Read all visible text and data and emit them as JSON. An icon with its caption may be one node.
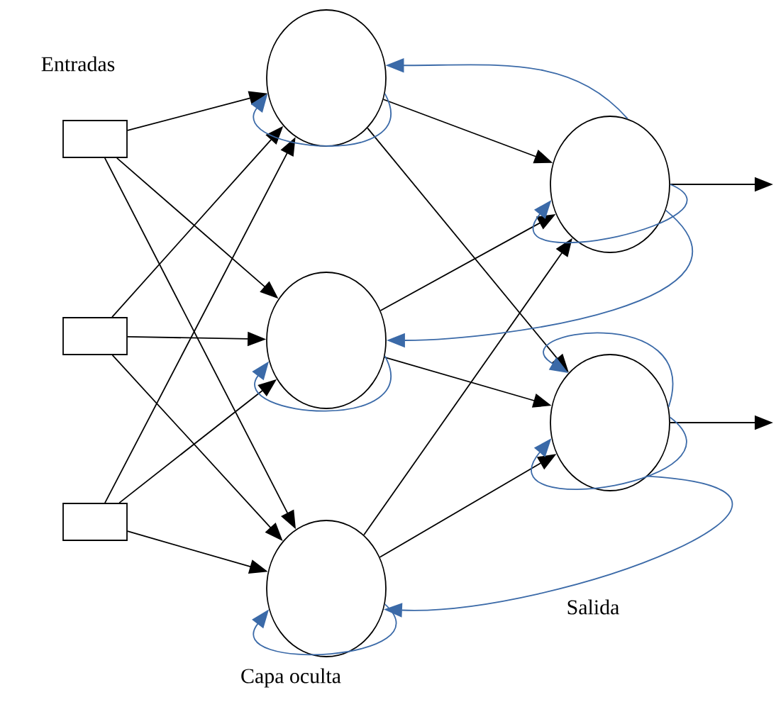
{
  "diagram": {
    "nodes": [
      {
        "text": [],
        "shape": "box"
      },
      {
        "text": [],
        "shape": "box"
      },
      {
        "text": [],
        "shape": "box"
      },
      {
        "text": [],
        "shape": "circle"
      },
      {
        "text": [],
        "shape": "circle"
      },
      {
        "text": [],
        "shape": "circle"
      },
      {
        "text": [],
        "shape": "circle"
      },
      {
        "text": [],
        "shape": "circle"
      }
    ],
    "edges": [
      {
        "from": 0,
        "to": 3,
        "arrow": "to"
      },
      {
        "from": 0,
        "to": 4,
        "arrow": "to"
      },
      {
        "from": 0,
        "to": 5,
        "arrow": "to"
      },
      {
        "from": 1,
        "to": 3,
        "arrow": "to"
      },
      {
        "from": 1,
        "to": 4,
        "arrow": "to"
      },
      {
        "from": 1,
        "to": 5,
        "arrow": "to"
      },
      {
        "from": 2,
        "to": 3,
        "arrow": "to"
      },
      {
        "from": 2,
        "to": 4,
        "arrow": "to"
      },
      {
        "from": 2,
        "to": 5,
        "arrow": "to"
      },
      {
        "from": 3,
        "to": 6,
        "arrow": "to"
      },
      {
        "from": 3,
        "to": 7,
        "arrow": "to"
      },
      {
        "from": 4,
        "to": 6,
        "arrow": "to"
      },
      {
        "from": 4,
        "to": 7,
        "arrow": "to"
      },
      {
        "from": 5,
        "to": 6,
        "arrow": "to"
      },
      {
        "from": 5,
        "to": 7,
        "arrow": "to"
      },
      {
        "from": 6,
        "to": null,
        "arrow": "to"
      },
      {
        "from": 7,
        "to": null,
        "arrow": "to"
      },
      {
        "from": 3,
        "to": 3,
        "arrow": "to",
        "color": "#3b6aa8"
      },
      {
        "from": 4,
        "to": 4,
        "arrow": "to",
        "color": "#3b6aa8"
      },
      {
        "from": 5,
        "to": 5,
        "arrow": "to",
        "color": "#3b6aa8"
      },
      {
        "from": 6,
        "to": 6,
        "arrow": "to",
        "color": "#3b6aa8"
      },
      {
        "from": 7,
        "to": 7,
        "arrow": "to",
        "color": "#3b6aa8"
      },
      {
        "from": 7,
        "to": 7,
        "arrow": "to",
        "color": "#3b6aa8"
      },
      {
        "from": 6,
        "to": 3,
        "arrow": "to",
        "color": "#3b6aa8"
      },
      {
        "from": 6,
        "to": 4,
        "arrow": "to",
        "color": "#3b6aa8"
      },
      {
        "from": 7,
        "to": 5,
        "arrow": "to",
        "color": "#3b6aa8"
      }
    ],
    "labels": [
      "Entradas",
      "Capa oculta",
      "Salida"
    ]
  }
}
